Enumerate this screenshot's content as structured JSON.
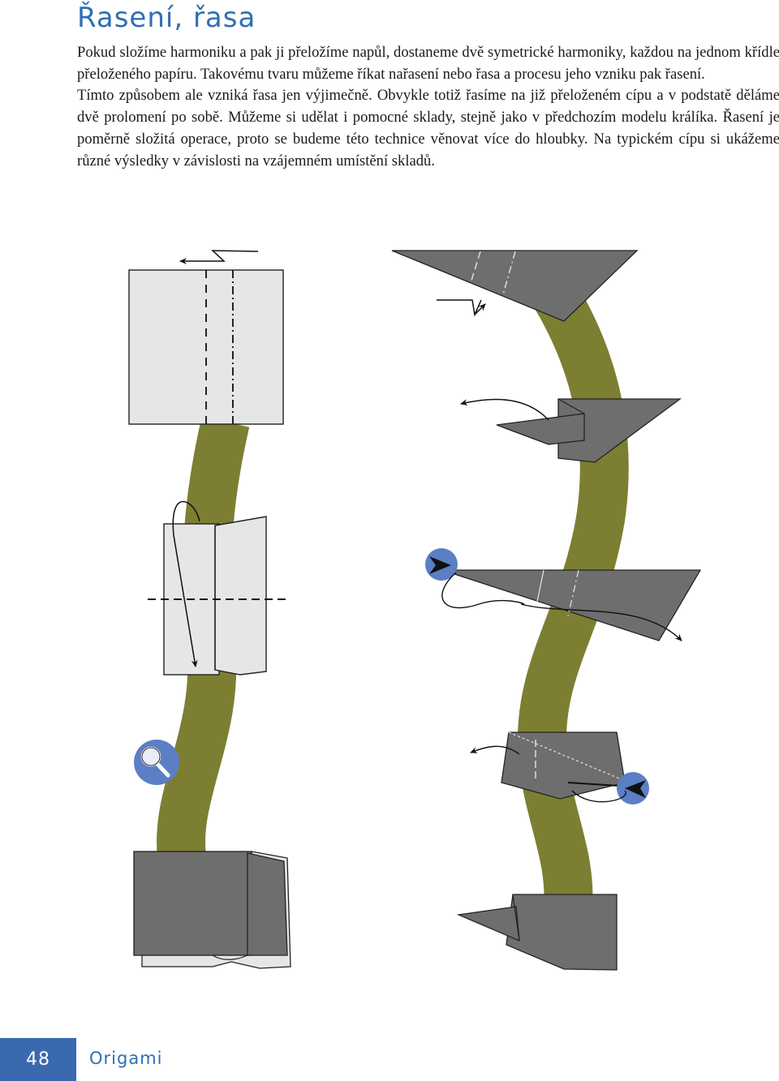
{
  "page": {
    "title": "Řasení, řasa",
    "paragraphs": [
      "Pokud složíme harmoniku a pak ji přeložíme napůl, dostaneme dvě symetrické harmoniky, každou na jednom křídle přeloženého papíru. Takovému tvaru můžeme říkat nařasení nebo řasa a procesu jeho vzniku pak řasení.",
      "Tímto způsobem ale vzniká řasa jen výjimečně. Obvykle totiž řasíme na již přeloženém cípu a v podstatě děláme dvě prolomení po sobě. Můžeme si udělat i pomocné sklady, stejně jako v předchozím modelu králíka. Řasení je poměrně složitá operace, proto se budeme této technice věnovat více do hloubky. Na typickém cípu si ukážeme různé výsledky v závislosti na vzájemném umístění skladů."
    ]
  },
  "footer": {
    "page_number": "48",
    "book_title": "Origami"
  },
  "colors": {
    "accent": "#2f6fb3",
    "footer_bg": "#3a69b0",
    "path": "#7c7f31",
    "paper_light": "#e6e6e6",
    "paper_dark": "#6e6e6e",
    "marker": "#5b7fc4"
  },
  "icons": [
    "zigzag-arrow-icon",
    "magnifier-icon",
    "push-marker-icon",
    "curved-arrow-icon"
  ]
}
